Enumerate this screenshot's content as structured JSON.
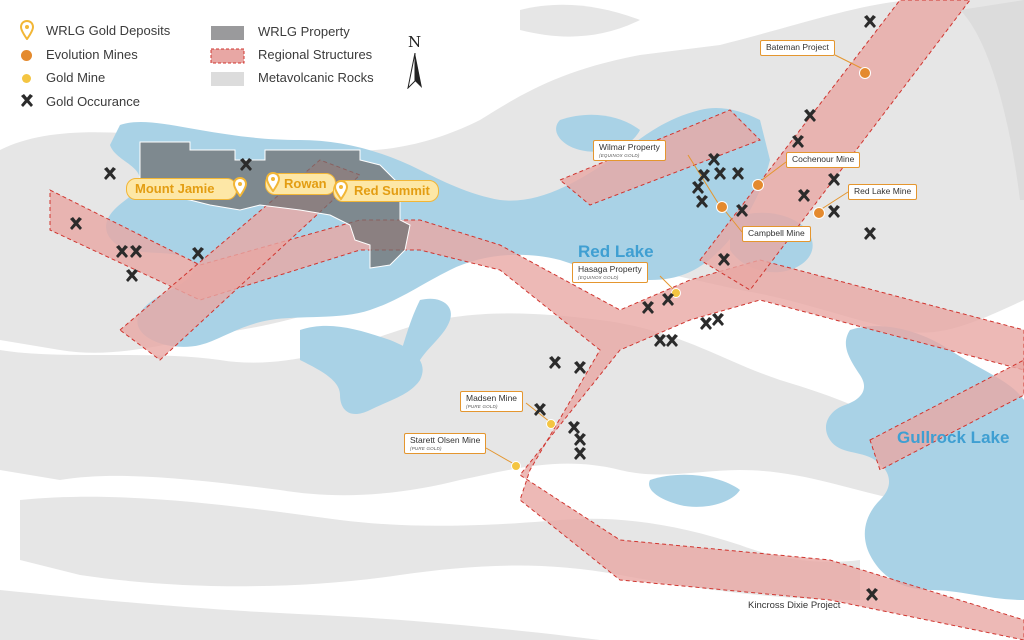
{
  "legend": {
    "wrlg_deposits": "WRLG Gold Deposits",
    "evolution_mines": "Evolution Mines",
    "gold_mine": "Gold Mine",
    "gold_occurance": "Gold Occurance",
    "wrlg_property": "WRLG Property",
    "regional_structures": "Regional Structures",
    "metavolcanic_rocks": "Metavolcanic Rocks"
  },
  "north_arrow": {
    "label": "N"
  },
  "deposits": {
    "mount_jamie": "Mount Jamie",
    "rowan": "Rowan",
    "red_summit": "Red Summit"
  },
  "lakes": {
    "red_lake": "Red Lake",
    "gullrock_lake": "Gullrock Lake"
  },
  "callouts": {
    "bateman": "Bateman Project",
    "wilmar": "Wilmar Property",
    "wilmar_sub": "(EQUINOX GOLD)",
    "cochenour": "Cochenour Mine",
    "red_lake_mine": "Red Lake Mine",
    "campbell": "Campbell Mine",
    "hasaga": "Hasaga Property",
    "hasaga_sub": "(EQUINOX GOLD)",
    "madsen": "Madsen Mine",
    "madsen_sub": "(PURE GOLD)",
    "starett": "Starett Olsen Mine",
    "starett_sub": "(PURE GOLD)",
    "kincross": "Kincross Dixie Project"
  },
  "colors": {
    "lake": "#a9d2e6",
    "rock": "#e6e6e6",
    "property": "#707072",
    "structure": "#e8a7a4",
    "structure_dash": "#d0352f",
    "evolution": "#e48a2e",
    "gold_mine": "#f4c542",
    "deposit_pin": "#f2b636"
  }
}
